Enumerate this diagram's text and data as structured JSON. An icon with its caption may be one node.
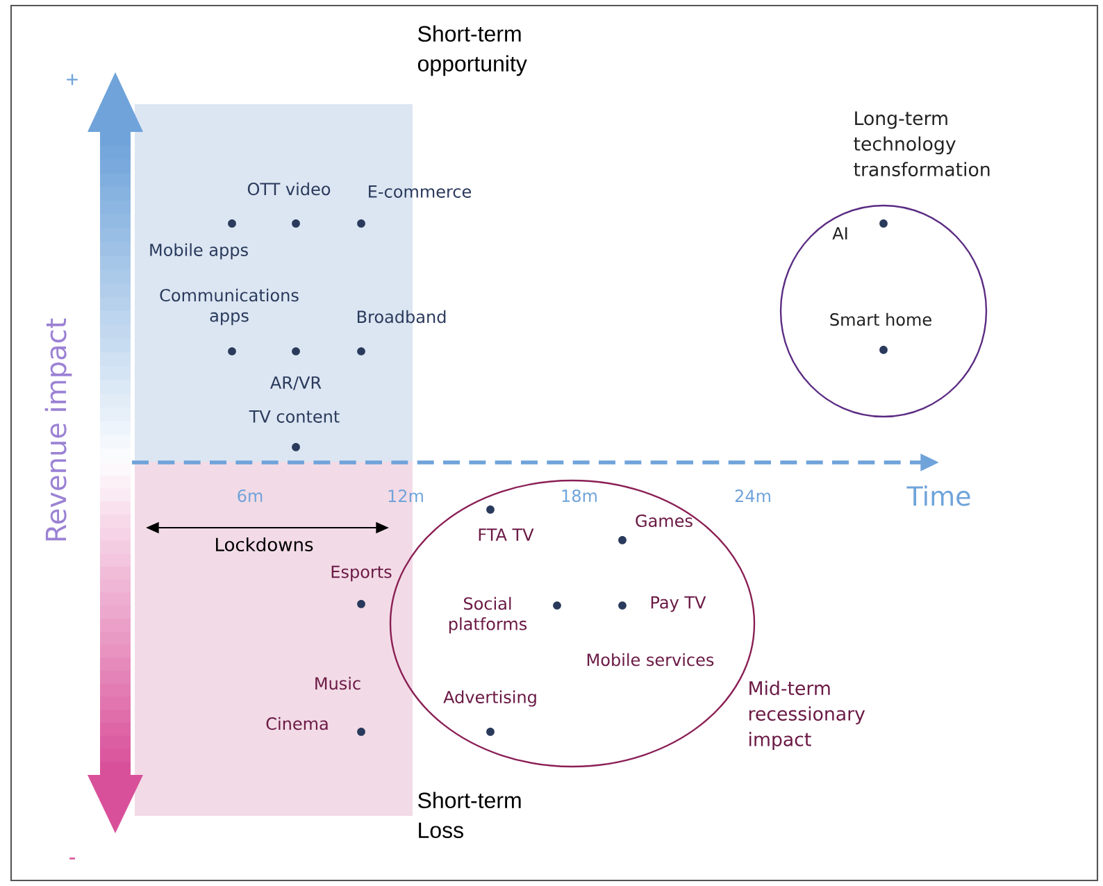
{
  "diagram": {
    "nodes": [
      {
        "text": [
          "Short-term opportunity"
        ]
      },
      {
        "text": [
          "OTT video"
        ],
        "in": 0
      },
      {
        "text": [
          "E-commerce"
        ]
      },
      {
        "text": [
          "Mobile apps"
        ],
        "in": 0
      },
      {
        "text": [
          "Communications apps"
        ],
        "in": 0
      },
      {
        "text": [
          "Broadband"
        ],
        "in": 0
      },
      {
        "text": [
          "AR/VR"
        ],
        "in": 0
      },
      {
        "text": [
          "TV content"
        ],
        "in": 0
      },
      {
        "text": [
          "Long-term technology transformation"
        ]
      },
      {
        "text": [
          "AI"
        ],
        "in": 8
      },
      {
        "text": [
          "Smart home"
        ],
        "in": 8
      },
      {
        "text": [
          "Short-term Loss"
        ]
      },
      {
        "text": [
          "Esports"
        ],
        "in": 11
      },
      {
        "text": [
          "Music"
        ],
        "in": 11
      },
      {
        "text": [
          "Cinema"
        ],
        "in": 11
      },
      {
        "text": [
          "Mid-term recessionary impact"
        ]
      },
      {
        "text": [
          "FTA TV"
        ],
        "in": 15
      },
      {
        "text": [
          "Games"
        ],
        "in": 15
      },
      {
        "text": [
          "Social platforms"
        ],
        "in": 15
      },
      {
        "text": [
          "Pay TV"
        ],
        "in": 15
      },
      {
        "text": [
          "Mobile services"
        ],
        "in": 15
      },
      {
        "text": [
          "Advertising"
        ],
        "in": 15
      }
    ],
    "labels": [
      "+",
      "Revenue impact",
      "6m",
      "12m",
      "18m",
      "24m",
      "Time",
      "Lockdowns",
      "-"
    ]
  }
}
